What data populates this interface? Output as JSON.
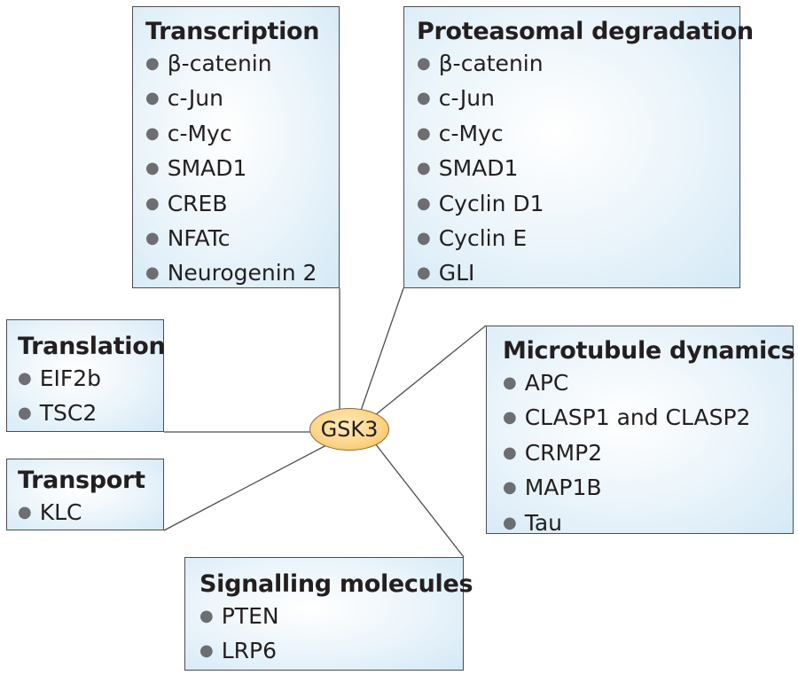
{
  "hub": {
    "label": "GSK3"
  },
  "boxes": {
    "transcription": {
      "title": "Transcription",
      "items": [
        "β-catenin",
        "c-Jun",
        "c-Myc",
        "SMAD1",
        "CREB",
        "NFATc",
        "Neurogenin 2"
      ]
    },
    "proteasomal": {
      "title": "Proteasomal degradation",
      "items": [
        "β-catenin",
        "c-Jun",
        "c-Myc",
        "SMAD1",
        "Cyclin D1",
        "Cyclin E",
        "GLI"
      ]
    },
    "translation": {
      "title": "Translation",
      "items": [
        "EIF2b",
        "TSC2"
      ]
    },
    "microtubule": {
      "title": "Microtubule dynamics",
      "items": [
        "APC",
        "CLASP1 and CLASP2",
        "CRMP2",
        "MAP1B",
        "Tau"
      ]
    },
    "transport": {
      "title": "Transport",
      "items": [
        "KLC"
      ]
    },
    "signalling": {
      "title": "Signalling molecules",
      "items": [
        "PTEN",
        "LRP6"
      ]
    }
  },
  "colors": {
    "box_fill": "#d4e9f6",
    "hub_fill": "#fbd58a",
    "line": "#4d4d4d"
  }
}
